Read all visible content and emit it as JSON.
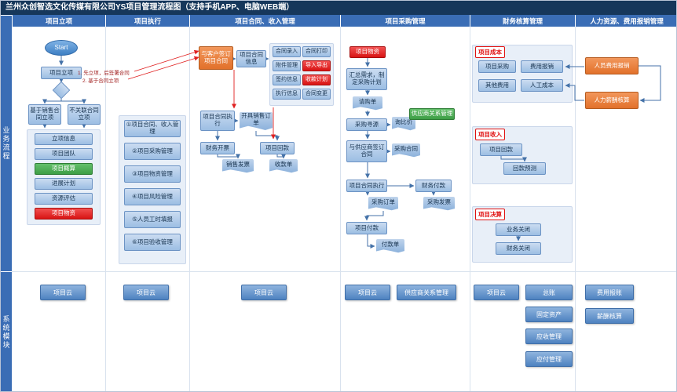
{
  "palette": {
    "title_bg": "#16375B",
    "header_bg": "#3A6DB5",
    "node_blue": "#9CBEE3",
    "node_green": "#3E9E46",
    "node_red": "#D81414",
    "node_orange": "#E2712B",
    "panel_bg": "#E8EFF8",
    "arrow_blue": "#4472A8",
    "arrow_red": "#E02020"
  },
  "title": "兰州众创智选文化传媒有限公司YS项目管理流程图（支持手机APP、电脑WEB端）",
  "sidebar": {
    "business": "业务流程",
    "modules": "系统模块"
  },
  "columns": [
    {
      "label": "项目立项"
    },
    {
      "label": "项目执行"
    },
    {
      "label": "项目合同、收入管理"
    },
    {
      "label": "项目采购管理"
    },
    {
      "label": "财务核算管理"
    },
    {
      "label": "人力资源、费用报销管理"
    }
  ],
  "col1": {
    "start": "Start",
    "initiate": "项目立项",
    "branch_contract": "基于销售合同立项",
    "branch_no_contract": "不关联合同立项",
    "note1": "1. 先立项，后签署合同",
    "note2": "2. 基于合同立项",
    "stack": [
      {
        "label": "立项信息"
      },
      {
        "label": "项目团队"
      },
      {
        "label": "项目概算"
      },
      {
        "label": "进展计划"
      },
      {
        "label": "资源评估"
      },
      {
        "label": "项目物资"
      }
    ],
    "module": "项目云"
  },
  "col2": {
    "items": [
      {
        "label": "①项目合同、收入管理"
      },
      {
        "label": "②项目采购管理"
      },
      {
        "label": "③项目物资管理"
      },
      {
        "label": "④项目风险管理"
      },
      {
        "label": "⑤人员工时填报"
      },
      {
        "label": "⑥项目验收管理"
      }
    ],
    "module": "项目云"
  },
  "col3": {
    "sign": "与客户签订项目合同",
    "contract_info": "项目合同信息",
    "grid": [
      {
        "label": "合同录入"
      },
      {
        "label": "合同打印"
      },
      {
        "label": "附件管理"
      },
      {
        "label": "导入导出"
      },
      {
        "label": "签约信息"
      },
      {
        "label": "收款计划"
      },
      {
        "label": "执行信息"
      },
      {
        "label": "合同变更"
      }
    ],
    "exec": "项目合同执行",
    "sales_order": "开具销售订单",
    "invoice": "财务开票",
    "receipt": "项目回款",
    "sales_invoice": "销售发票",
    "receipt_doc": "收款单",
    "module": "项目云"
  },
  "col4": {
    "material": "项目物资",
    "plan": "汇总需求，制定采购计划",
    "request_doc": "请购单",
    "sourcing": "采购寻源",
    "inquiry_doc": "询比价",
    "srm": "供应商关系管理",
    "sign": "与供应商签订合同",
    "contract_doc": "采购合同",
    "exec": "项目合同执行",
    "order_doc": "采购订单",
    "fin_pay": "财务付款",
    "invoice_doc": "采购发票",
    "pay": "项目付款",
    "pay_doc": "付款单",
    "module1": "项目云",
    "module2": "供应商关系管理"
  },
  "col5": {
    "cost_label": "项目成本",
    "cost_items": [
      {
        "label": "项目采购"
      },
      {
        "label": "费用报销"
      },
      {
        "label": "其他费用"
      },
      {
        "label": "人工成本"
      }
    ],
    "income_label": "项目收入",
    "income_items": [
      {
        "label": "项目回款"
      },
      {
        "label": "回款预测"
      }
    ],
    "final_label": "项目决算",
    "final_items": [
      {
        "label": "业务关闭"
      },
      {
        "label": "财务关闭"
      }
    ],
    "modules": [
      {
        "label": "项目云"
      },
      {
        "label": "总账"
      },
      {
        "label": "固定资产"
      },
      {
        "label": "应收管理"
      },
      {
        "label": "应付管理"
      }
    ]
  },
  "col6": {
    "expense": "人员费用报销",
    "salary": "人力薪酬核算",
    "modules": [
      {
        "label": "费用报账"
      },
      {
        "label": "薪酬核算"
      }
    ]
  }
}
